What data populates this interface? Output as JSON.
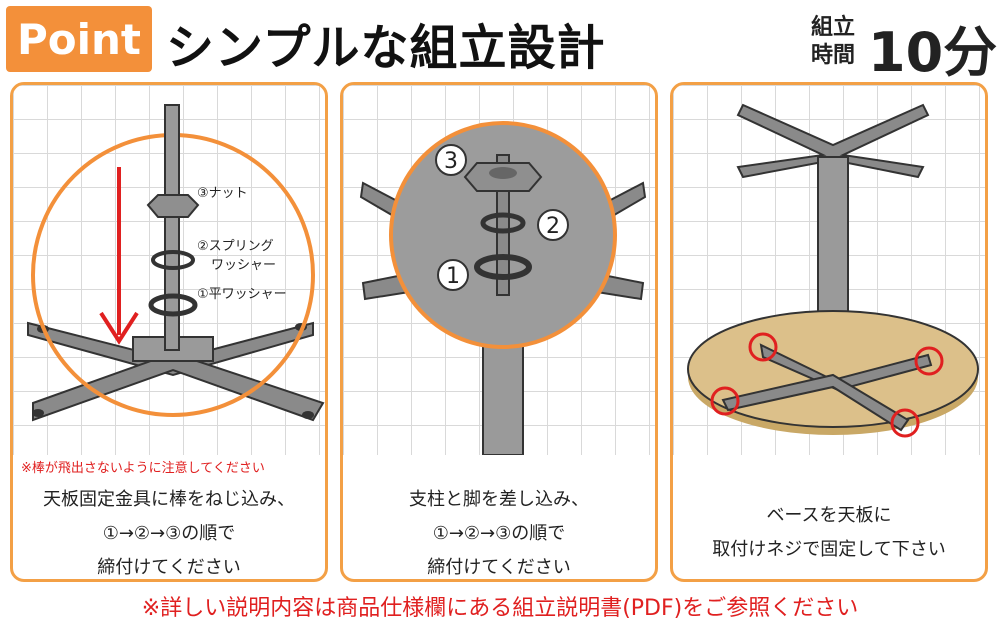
{
  "header": {
    "badge": "Point",
    "title": "シンプルな組立設計",
    "time_label_line1": "組立",
    "time_label_line2": "時間",
    "time_value": "10分"
  },
  "panels": [
    {
      "labels": {
        "nut": "③ナット",
        "spring_washer_1": "②スプリング",
        "spring_washer_2": "ワッシャー",
        "flat_washer": "①平ワッシャー"
      },
      "warning": "※棒が飛出さないように注意してください",
      "caption_lines": [
        "天板固定金具に棒をねじ込み、",
        "①→②→③の順で",
        "締付けてください"
      ]
    },
    {
      "numbers": [
        "3",
        "2",
        "1"
      ],
      "caption_lines": [
        "支柱と脚を差し込み、",
        "①→②→③の順で",
        "締付けてください"
      ]
    },
    {
      "caption_lines": [
        "ベースを天板に",
        "取付けネジで固定して下さい"
      ]
    }
  ],
  "footer": "※詳しい説明内容は商品仕様欄にある組立説明書(PDF)をご参照ください",
  "colors": {
    "accent": "#f3903a",
    "warning": "#e02020",
    "metal": "#8a8a8a",
    "table_top": "#d8b97a"
  }
}
